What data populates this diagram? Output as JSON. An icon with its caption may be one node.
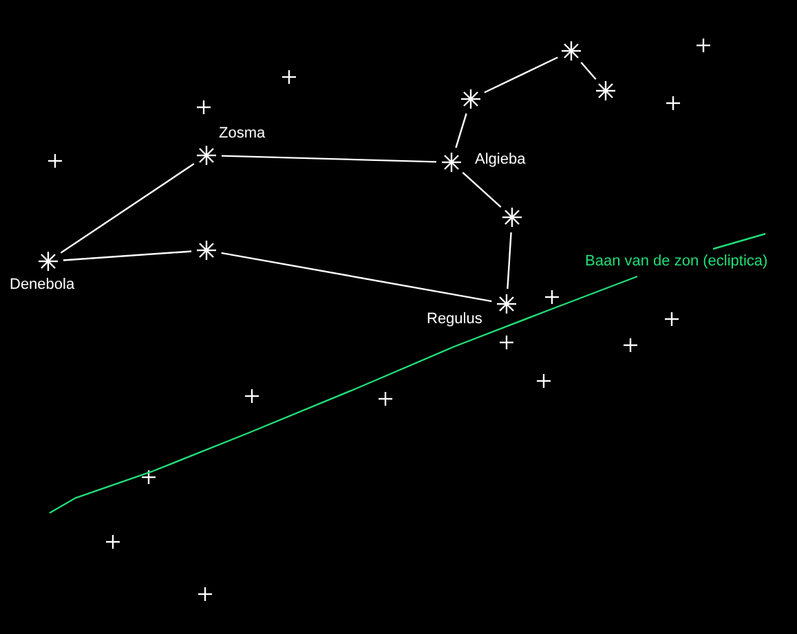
{
  "diagram": {
    "nodes": [
      {
        "text": [
          "Denebola"
        ]
      },
      {
        "text": [
          "Zosma"
        ]
      },
      {
        "text": [],
        "shape": "star"
      },
      {
        "text": [
          "Algieba"
        ]
      },
      {
        "text": [],
        "shape": "star"
      },
      {
        "text": [],
        "shape": "star"
      },
      {
        "text": [],
        "shape": "star"
      },
      {
        "text": [],
        "shape": "star"
      },
      {
        "text": [
          "Regulus"
        ]
      }
    ],
    "edges": [
      {
        "from": 0,
        "to": 1,
        "arrow": "none"
      },
      {
        "from": 0,
        "to": 2,
        "arrow": "none"
      },
      {
        "from": 1,
        "to": 3,
        "arrow": "none"
      },
      {
        "from": 2,
        "to": 8,
        "arrow": "none"
      },
      {
        "from": 3,
        "to": 7,
        "arrow": "none"
      },
      {
        "from": 7,
        "to": 8,
        "arrow": "none"
      },
      {
        "from": 3,
        "to": 4,
        "arrow": "none"
      },
      {
        "from": 4,
        "to": 5,
        "arrow": "none"
      },
      {
        "from": 5,
        "to": 6,
        "arrow": "none"
      }
    ],
    "labels": [
      "Baan van de zon (ecliptica)"
    ]
  }
}
